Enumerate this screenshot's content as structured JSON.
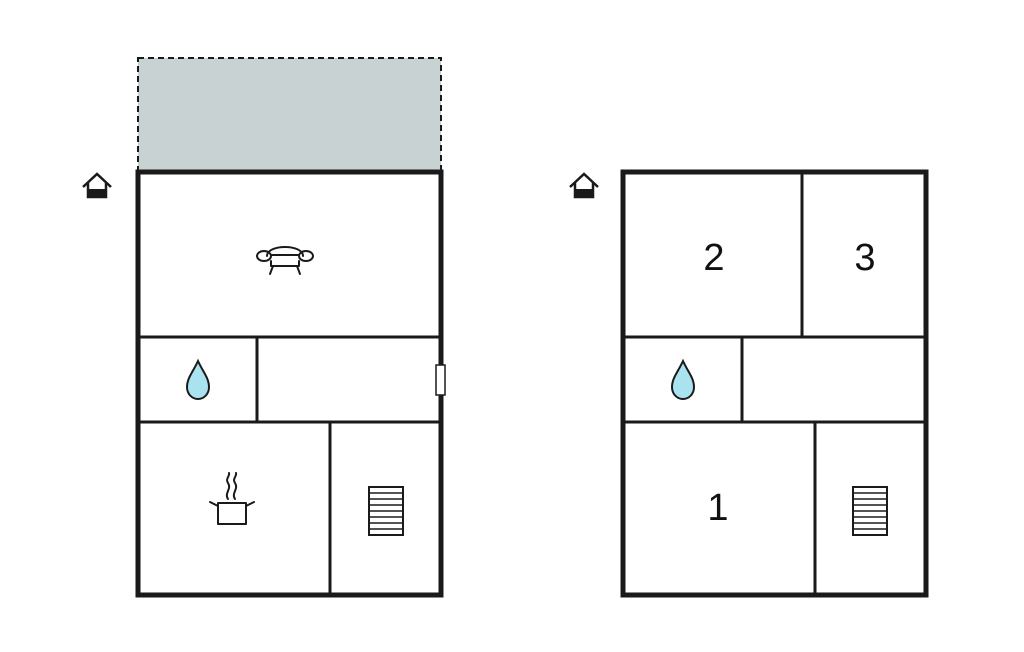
{
  "colors": {
    "wall": "#1a1a1a",
    "terrace_fill": "#c8d2d3",
    "water_drop": "#a9e3ef",
    "background": "#ffffff"
  },
  "ground_floor": {
    "entrance_icon": "house-entrance-icon",
    "rooms": {
      "living": {
        "icon": "sofa-icon"
      },
      "bathroom": {
        "icon": "water-drop-icon"
      },
      "hallway": {
        "door_icon": "door-icon"
      },
      "kitchen": {
        "icon": "cooking-pot-icon"
      },
      "stairs": {
        "icon": "staircase-icon"
      }
    },
    "terrace": {
      "style": "dashed outline, grey fill"
    }
  },
  "upper_floor": {
    "entrance_icon": "house-entrance-icon",
    "rooms": {
      "bedroom_2": {
        "label": "2"
      },
      "bedroom_3": {
        "label": "3"
      },
      "bathroom": {
        "icon": "water-drop-icon"
      },
      "bedroom_1": {
        "label": "1"
      },
      "stairs": {
        "icon": "staircase-icon"
      }
    }
  }
}
